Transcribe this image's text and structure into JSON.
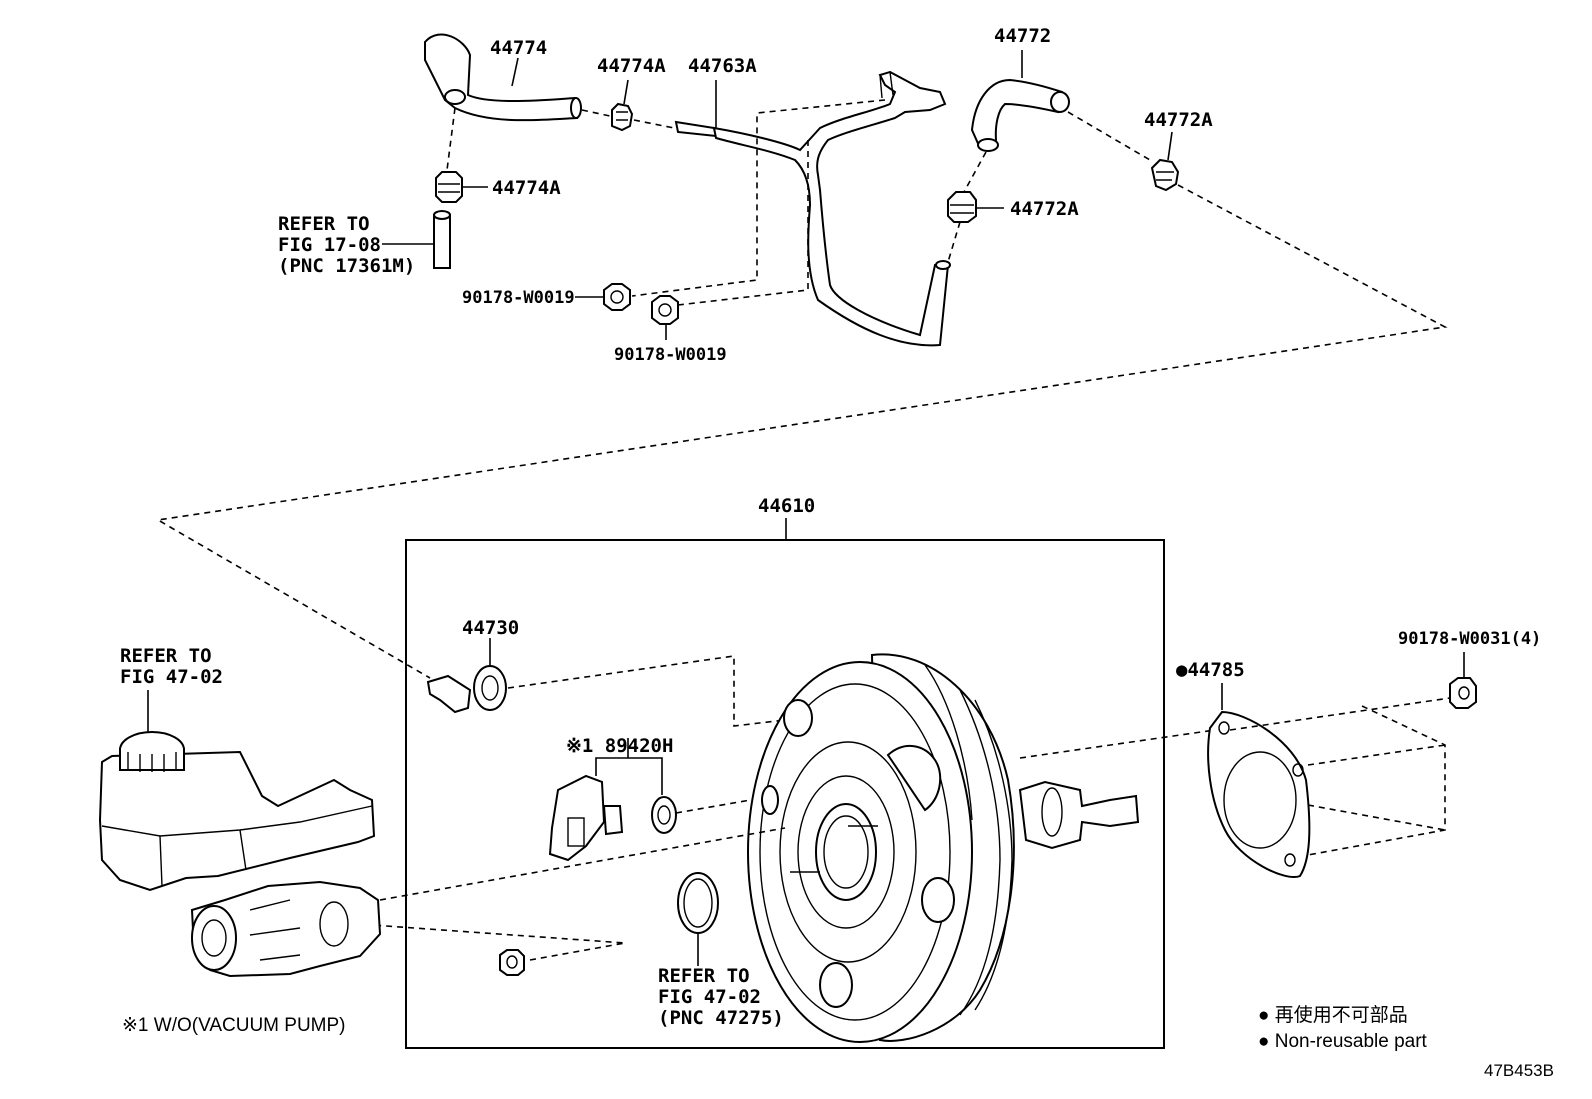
{
  "labels": {
    "p44774": "44774",
    "p44774a_top": "44774A",
    "p44763a": "44763A",
    "p44774a_clip": "44774A",
    "refer_17_08_l1": "REFER TO",
    "refer_17_08_l2": "FIG 17-08",
    "refer_17_08_l3": "(PNC 17361M)",
    "nut_90178_a": "90178-W0019",
    "nut_90178_b": "90178-W0019",
    "p44772": "44772",
    "p44772a_right": "44772A",
    "p44772a_clip": "44772A",
    "p44610": "44610",
    "p44730": "44730",
    "p89420h": "※1 89420H",
    "refer_47_02_l1": "REFER TO",
    "refer_47_02_l2": "FIG 47-02",
    "refer_47_02b_l1": "REFER TO",
    "refer_47_02b_l2": "FIG 47-02",
    "refer_47_02b_l3": "(PNC 47275)",
    "p44785": "●44785",
    "nut_90178_w0031": "90178-W0031(4)"
  },
  "notes": {
    "footnote": "※1 W/O(VACUUM PUMP)",
    "legend_jp": "● 再使用不可部品",
    "legend_en": "● Non-reusable part",
    "figure_code": "47B453B"
  }
}
